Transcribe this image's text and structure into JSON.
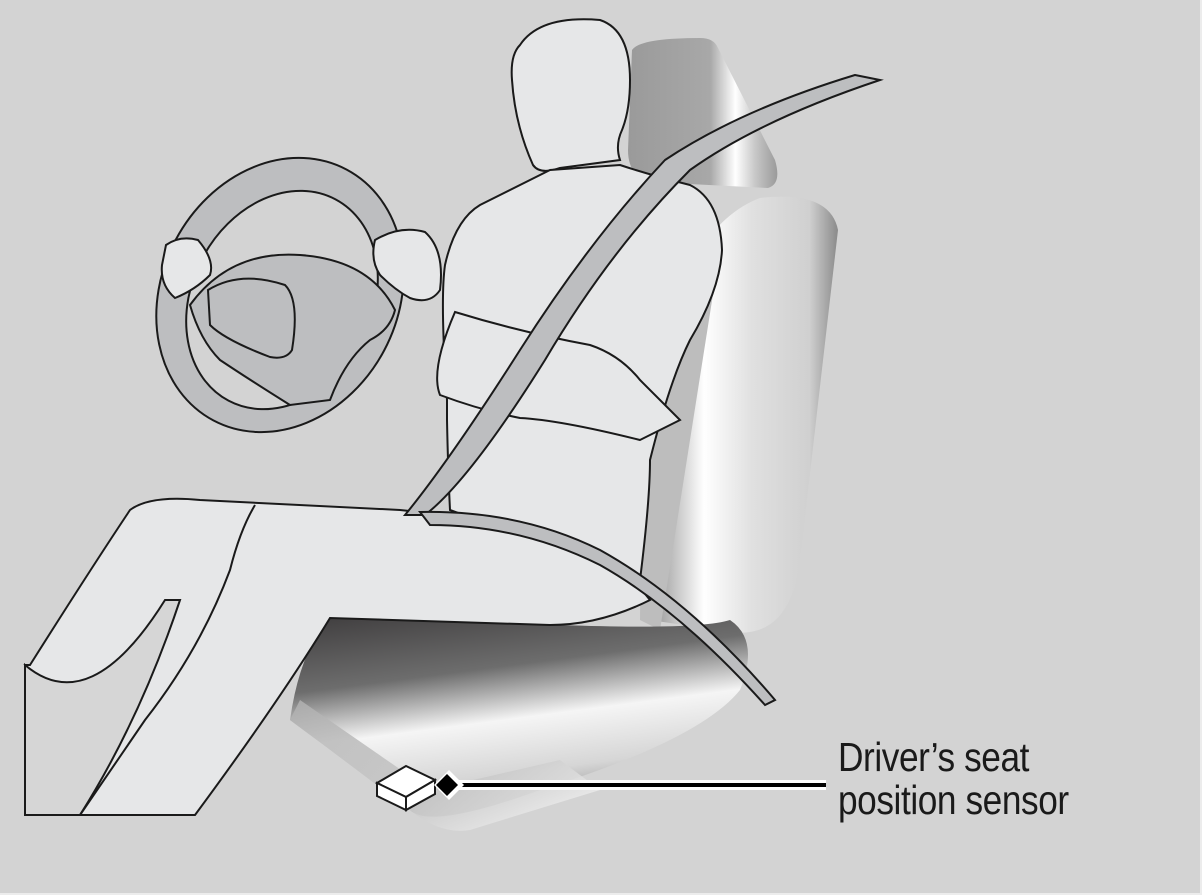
{
  "figure": {
    "title": "Driver seated with seat belt; driver's seat position sensor location",
    "background_color": "#d3d3d3",
    "outline_color": "#1a1a1a",
    "figure_fill": "#e6e7e8",
    "belt_fill": "#bdbec0",
    "wheel_fill": "#bdbec0"
  },
  "callout": {
    "label_line1": "Driver’s seat",
    "label_line2": "position sensor",
    "leader_color": "#000000",
    "marker": "diamond"
  },
  "components": [
    "occupant",
    "steering-wheel",
    "seat-belt",
    "headrest",
    "seat-back",
    "seat-cushion",
    "seat-position-sensor"
  ]
}
